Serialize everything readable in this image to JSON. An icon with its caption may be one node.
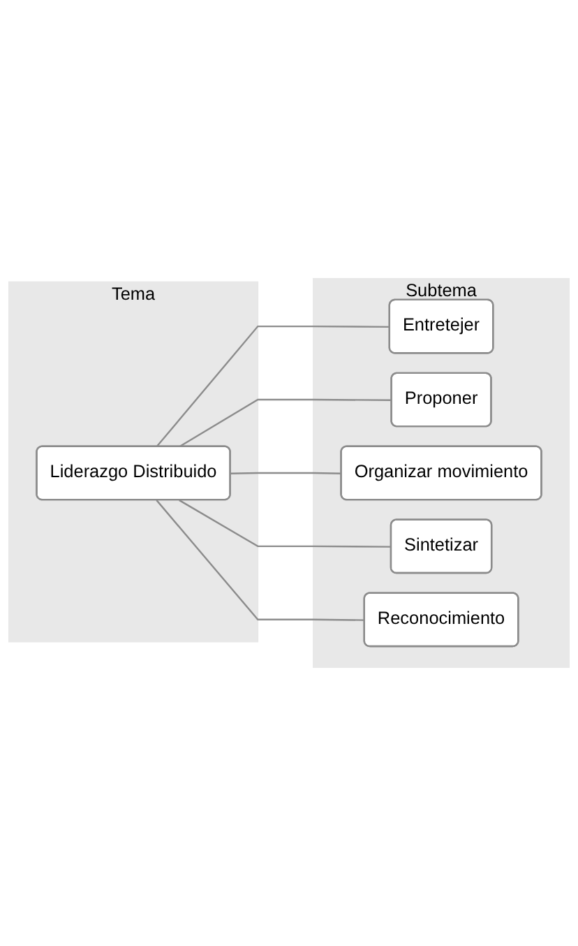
{
  "diagram": {
    "nodes": [
      {
        "text": [
          "Tema"
        ]
      },
      {
        "text": [
          "Liderazgo Distribuido"
        ],
        "in": 0
      },
      {
        "text": [
          "Subtema"
        ]
      },
      {
        "text": [
          "Entretejer"
        ],
        "in": 2
      },
      {
        "text": [
          "Proponer"
        ],
        "in": 2
      },
      {
        "text": [
          "Organizar movimiento"
        ],
        "in": 2
      },
      {
        "text": [
          "Sintetizar"
        ],
        "in": 2
      },
      {
        "text": [
          "Reconocimiento"
        ],
        "in": 2
      }
    ],
    "edges": [
      {
        "from": 1,
        "to": 3,
        "arrow": "none"
      },
      {
        "from": 1,
        "to": 4,
        "arrow": "none"
      },
      {
        "from": 1,
        "to": 5,
        "arrow": "none"
      },
      {
        "from": 1,
        "to": 6,
        "arrow": "none"
      },
      {
        "from": 1,
        "to": 7,
        "arrow": "none"
      }
    ]
  }
}
